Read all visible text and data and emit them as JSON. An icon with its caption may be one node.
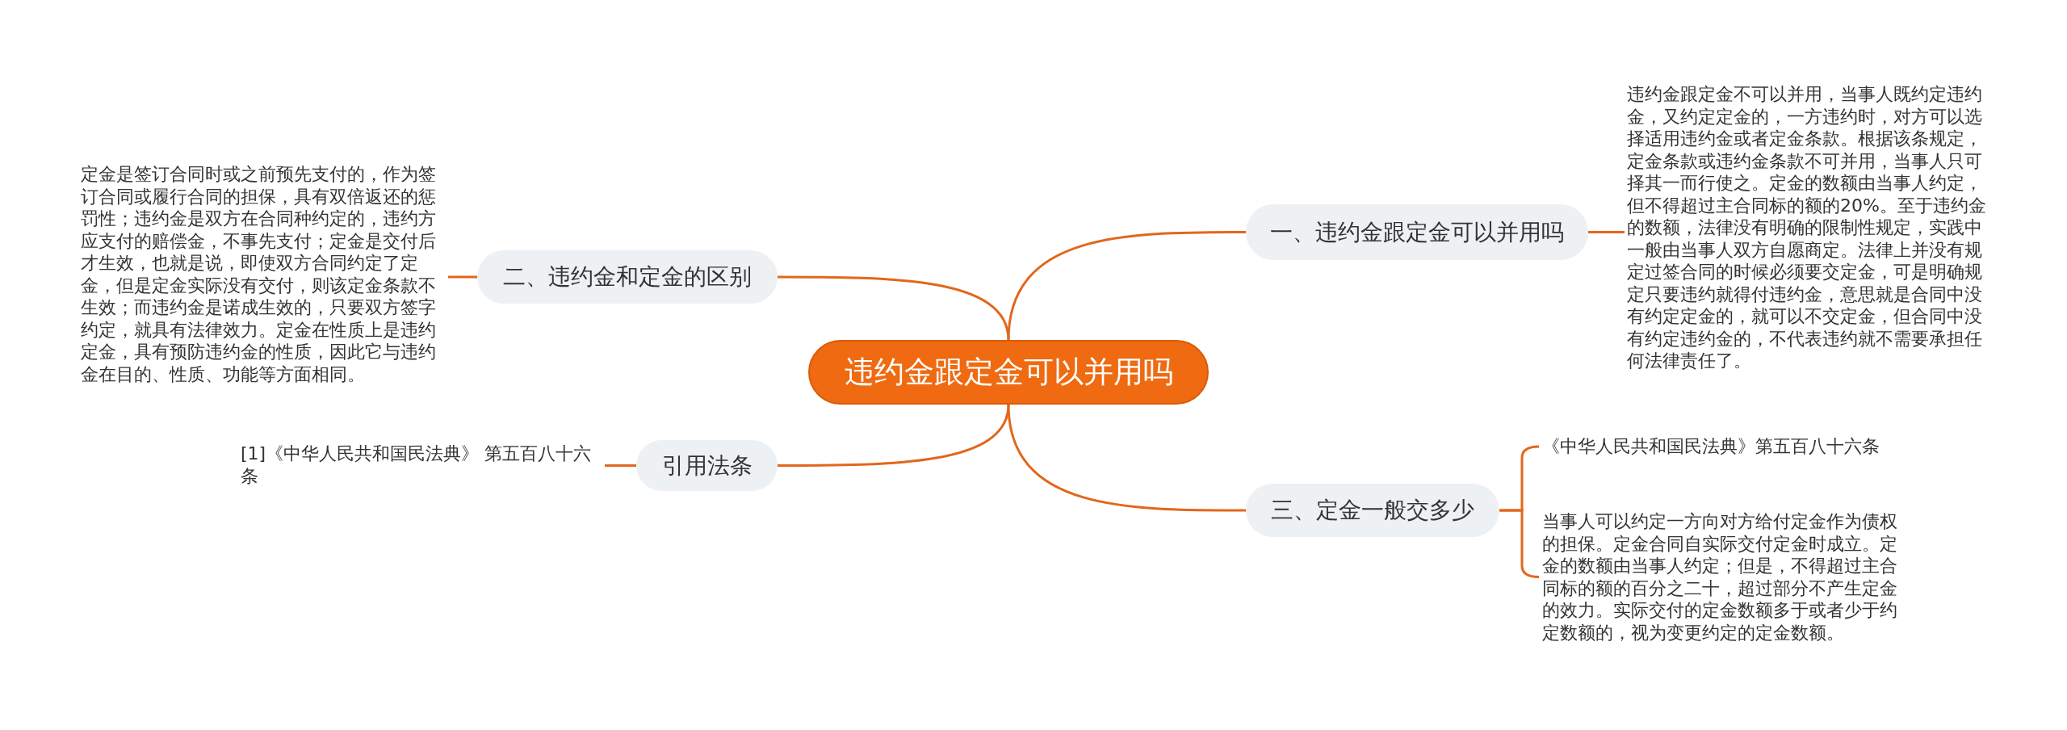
{
  "diagram": {
    "nodes": [
      {
        "text": [
          "违约金跟定金可以并用吗"
        ]
      },
      {
        "text": [
          "一、违约金跟定金可以并用吗"
        ]
      },
      {
        "text": [
          "违约金跟定金不可以并用，当事人既约定违约金，又约定定金的，一方违约时，对方可以选择适用违约金或者定金条款。根据该条规定，定金条款或违约金条款不可并用，当事人只可择其一而行使之。定金的数额由当事人约定，但不得超过主合同标的额的20%。至于违约金的数额，法律没有明确的限制性规定，实践中一般由当事人双方自愿商定。法律上并没有规定过签合同的时候必须要交定金，可是明确规定只要违约就得付违约金，意思就是合同中没有约定定金的，就可以不交定金，但合同中没有约定违约金的，不代表违约就不需要承担任何法律责任了。"
        ]
      },
      {
        "text": [
          "二、违约金和定金的区别"
        ]
      },
      {
        "text": [
          "定金是签订合同时或之前预先支付的，作为签订合同或履行合同的担保，具有双倍返还的惩罚性；违约金是双方在合同种约定的，违约方应支付的赔偿金，不事先支付；定金是交付后才生效，也就是说，即使双方合同约定了定金，但是定金实际没有交付，则该定金条款不生效；而违约金是诺成生效的，只要双方签字约定，就具有法律效力。定金在性质上是违约定金，具有预防违约金的性质，因此它与违约金在目的、性质、功能等方面相同。"
        ]
      },
      {
        "text": [
          "引用法条"
        ]
      },
      {
        "text": [
          "[1]《中华人民共和国民法典》 第五百八十六条"
        ]
      },
      {
        "text": [
          "三、定金一般交多少"
        ]
      },
      {
        "text": [
          "《中华人民共和国民法典》第五百八十六条"
        ]
      },
      {
        "text": [
          "当事人可以约定一方向对方给付定金作为债权的担保。定金合同自实际交付定金时成立。定金的数额由当事人约定；但是，不得超过主合同标的额的百分之二十，超过部分不产生定金的效力。实际交付的定金数额多于或者少于约定数额的，视为变更约定的定金数额。"
        ]
      }
    ],
    "edges": [
      {
        "from": 0,
        "to": 1,
        "arrow": "none"
      },
      {
        "from": 1,
        "to": 2,
        "arrow": "none"
      },
      {
        "from": 0,
        "to": 3,
        "arrow": "none"
      },
      {
        "from": 3,
        "to": 4,
        "arrow": "none"
      },
      {
        "from": 0,
        "to": 5,
        "arrow": "none"
      },
      {
        "from": 5,
        "to": 6,
        "arrow": "none"
      },
      {
        "from": 0,
        "to": 7,
        "arrow": "none"
      },
      {
        "from": 7,
        "to": 8,
        "arrow": "none"
      },
      {
        "from": 7,
        "to": 9,
        "arrow": "none"
      }
    ]
  }
}
